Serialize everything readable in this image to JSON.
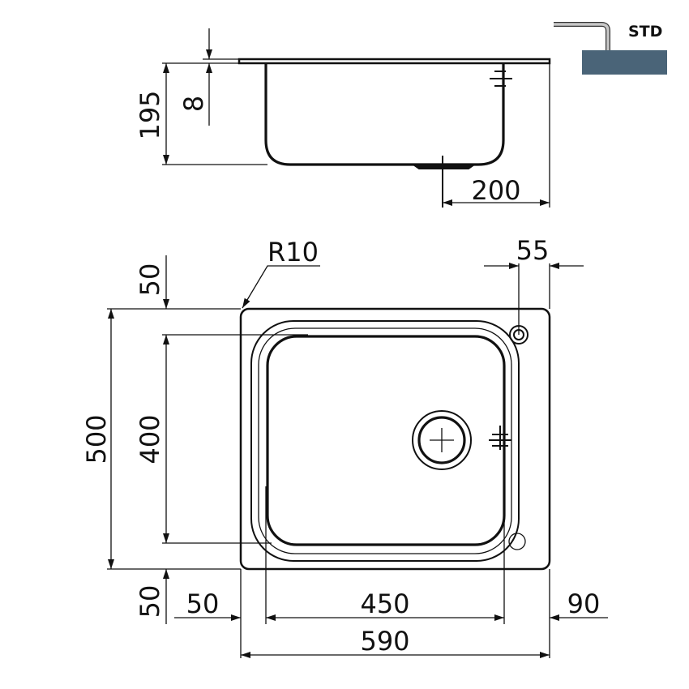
{
  "badge": {
    "label": "STD",
    "countertop_color": "#4a6478",
    "pipe_color": "#c8c8c8"
  },
  "side_view": {
    "height_label": "195",
    "rim_label": "8",
    "drain_offset_label": "200"
  },
  "plan_view": {
    "radius_label": "R10",
    "tap_hole_offset_label": "55",
    "total_depth_label": "500",
    "bowl_depth_label": "400",
    "top_margin_label": "50",
    "bottom_margin_label": "50",
    "left_margin_label": "50",
    "bowl_width_label": "450",
    "right_margin_label": "90",
    "total_width_label": "590"
  }
}
